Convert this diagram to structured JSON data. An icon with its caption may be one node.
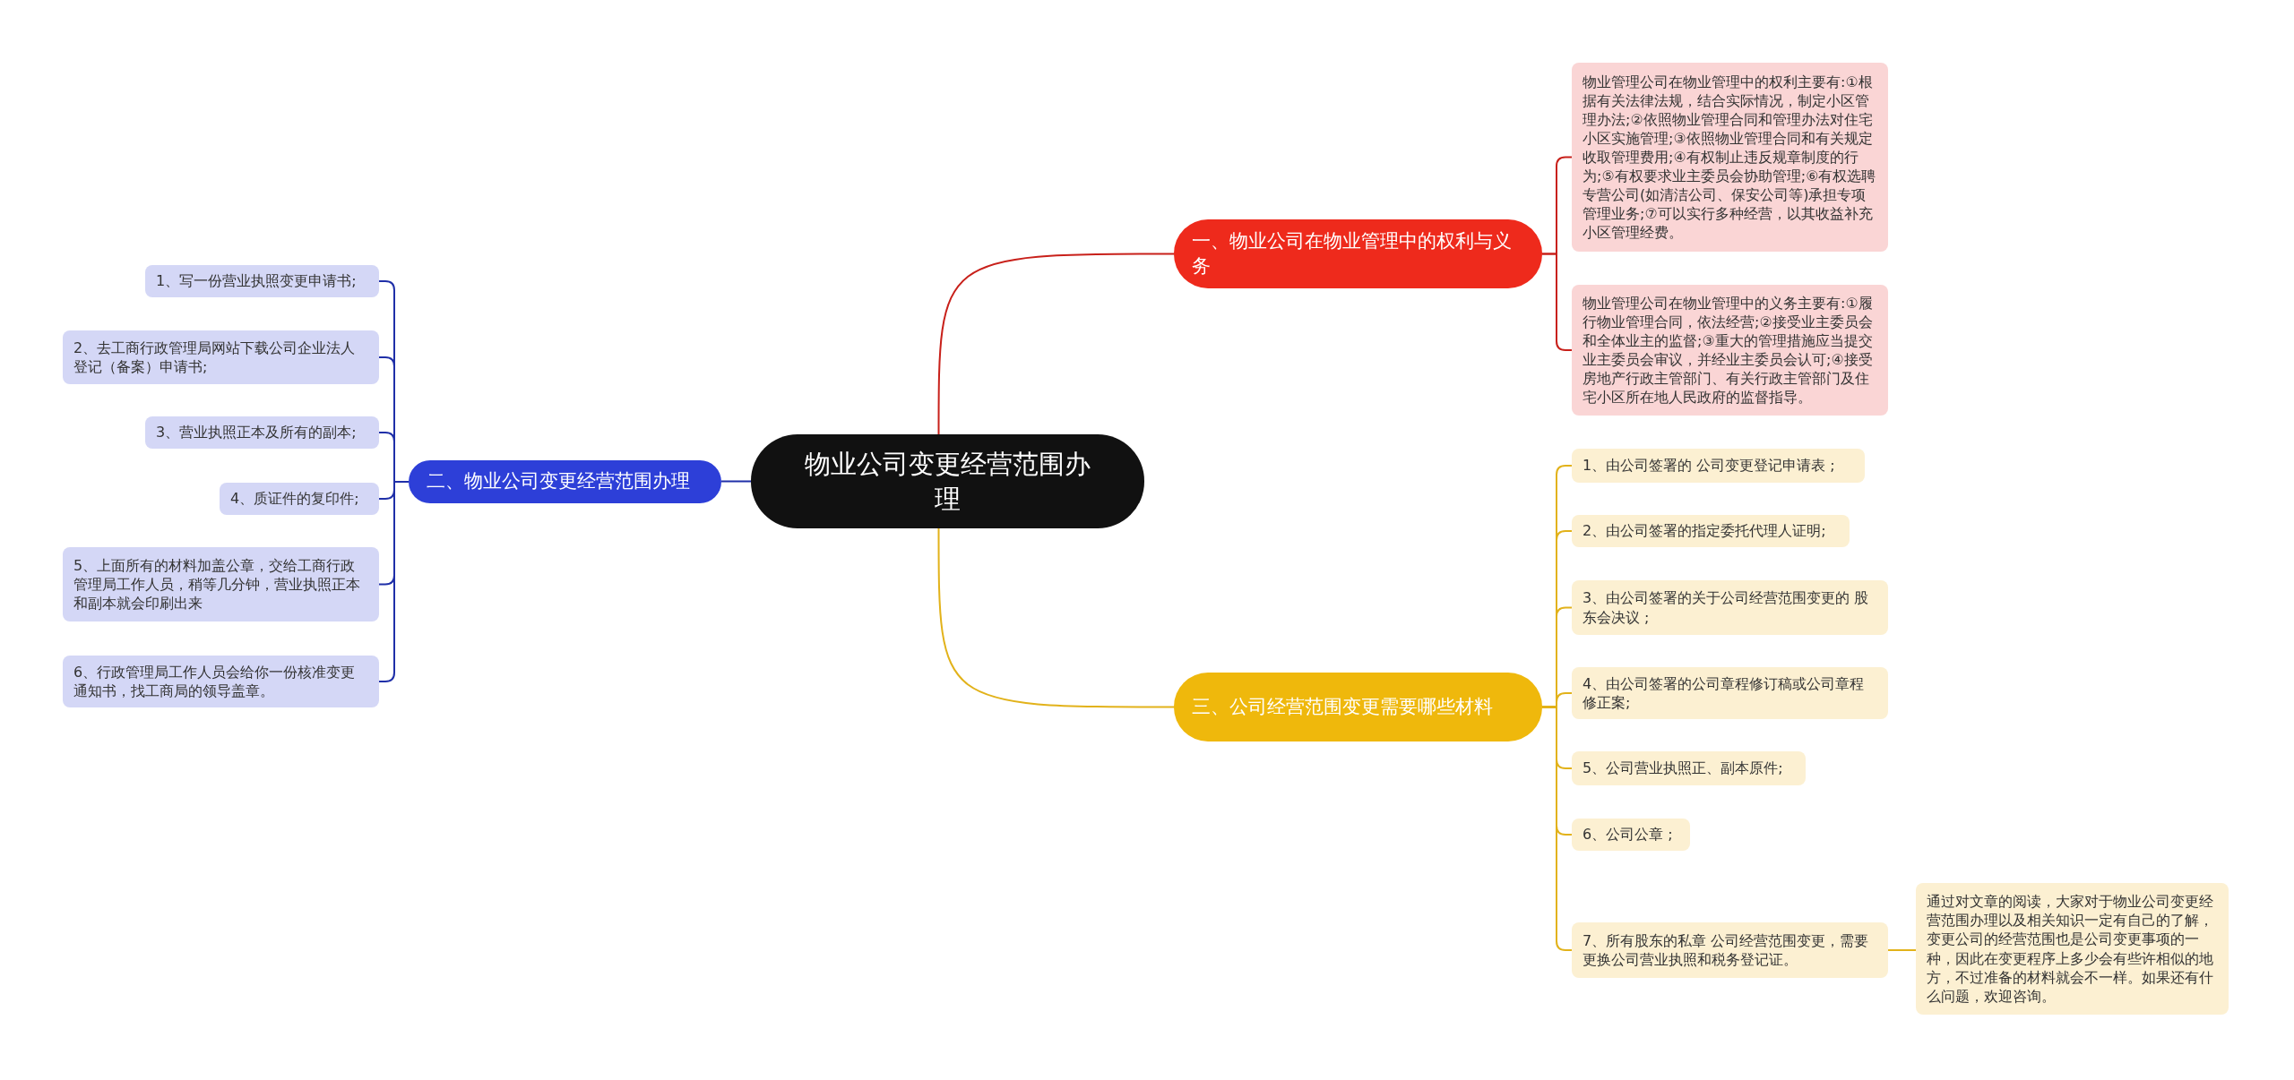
{
  "diagram": {
    "nodes": [
      {
        "text": [
          "物业公司变更经营范围办理"
        ]
      },
      {
        "text": [
          "一、物业公司在物业管理中的权利与义务"
        ]
      },
      {
        "text": [
          "物业管理公司在物业管理中的权利主要有:①根据有关法律法规，结合实际情况，制定小区管理办法;②依照物业管理合同和管理办法对住宅小区实施管理;③依照物业管理合同和有关规定收取管理费用;④有权制止违反规章制度的行为;⑤有权要求业主委员会协助管理;⑥有权选聘专营公司(如清洁公司、保安公司等)承担专项管理业务;⑦可以实行多种经营，以其收益补充小区管理经费。"
        ]
      },
      {
        "text": [
          "物业管理公司在物业管理中的义务主要有:①履行物业管理合同，依法经营;②接受业主委员会和全体业主的监督;③重大的管理措施应当提交业主委员会审议，并经业主委员会认可;④接受房地产行政主管部门、有关行政主管部门及住宅小区所在地人民政府的监督指导。"
        ]
      },
      {
        "text": [
          "二、物业公司变更经营范围办理"
        ]
      },
      {
        "text": [
          "1、写一份营业执照变更申请书;"
        ]
      },
      {
        "text": [
          "2、去工商行政管理局网站下载公司企业法人登记（备案）申请书;"
        ]
      },
      {
        "text": [
          "3、营业执照正本及所有的副本;"
        ]
      },
      {
        "text": [
          "4、质证件的复印件;"
        ]
      },
      {
        "text": [
          "5、上面所有的材料加盖公章，交给工商行政管理局工作人员，稍等几分钟，营业执照正本和副本就会印刷出来"
        ]
      },
      {
        "text": [
          "6、行政管理局工作人员会给你一份核准变更通知书，找工商局的领导盖章。"
        ]
      },
      {
        "text": [
          "三、公司经营范围变更需要哪些材料"
        ]
      },
      {
        "text": [
          "1、由公司签署的 公司变更登记申请表 ;"
        ]
      },
      {
        "text": [
          "2、由公司签署的指定委托代理人证明;"
        ]
      },
      {
        "text": [
          "3、由公司签署的关于公司经营范围变更的 股东会决议 ;"
        ]
      },
      {
        "text": [
          "4、由公司签署的公司章程修订稿或公司章程修正案;"
        ]
      },
      {
        "text": [
          "5、公司营业执照正、副本原件;"
        ]
      },
      {
        "text": [
          "6、公司公章 ;"
        ]
      },
      {
        "text": [
          "7、所有股东的私章 公司经营范围变更，需要更换公司营业执照和税务登记证。"
        ]
      },
      {
        "text": [
          "通过对文章的阅读，大家对于物业公司变更经营范围办理以及相关知识一定有自己的了解，变更公司的经营范围也是公司变更事项的一种，因此在变更程序上多少会有些许相似的地方，不过准备的材料就会不一样。如果还有什么问题，欢迎咨询。"
        ]
      }
    ],
    "edges": [
      {
        "from": 0,
        "to": 1,
        "arrow": "none",
        "color": "#c8201a"
      },
      {
        "from": 1,
        "to": 2,
        "arrow": "none",
        "color": "#c8201a"
      },
      {
        "from": 1,
        "to": 3,
        "arrow": "none",
        "color": "#c8201a"
      },
      {
        "from": 0,
        "to": 4,
        "arrow": "none",
        "color": "#1f2fa8"
      },
      {
        "from": 4,
        "to": 5,
        "arrow": "none",
        "color": "#1f2fa8"
      },
      {
        "from": 4,
        "to": 6,
        "arrow": "none",
        "color": "#1f2fa8"
      },
      {
        "from": 4,
        "to": 7,
        "arrow": "none",
        "color": "#1f2fa8"
      },
      {
        "from": 4,
        "to": 8,
        "arrow": "none",
        "color": "#1f2fa8"
      },
      {
        "from": 4,
        "to": 9,
        "arrow": "none",
        "color": "#1f2fa8"
      },
      {
        "from": 4,
        "to": 10,
        "arrow": "none",
        "color": "#1f2fa8"
      },
      {
        "from": 0,
        "to": 11,
        "arrow": "none",
        "color": "#e2b21a"
      },
      {
        "from": 11,
        "to": 12,
        "arrow": "none",
        "color": "#e2b21a"
      },
      {
        "from": 11,
        "to": 13,
        "arrow": "none",
        "color": "#e2b21a"
      },
      {
        "from": 11,
        "to": 14,
        "arrow": "none",
        "color": "#e2b21a"
      },
      {
        "from": 11,
        "to": 15,
        "arrow": "none",
        "color": "#e2b21a"
      },
      {
        "from": 11,
        "to": 16,
        "arrow": "none",
        "color": "#e2b21a"
      },
      {
        "from": 11,
        "to": 17,
        "arrow": "none",
        "color": "#e2b21a"
      },
      {
        "from": 11,
        "to": 18,
        "arrow": "none",
        "color": "#e2b21a"
      },
      {
        "from": 18,
        "to": 19,
        "arrow": "none",
        "color": "#e2b21a"
      }
    ]
  }
}
